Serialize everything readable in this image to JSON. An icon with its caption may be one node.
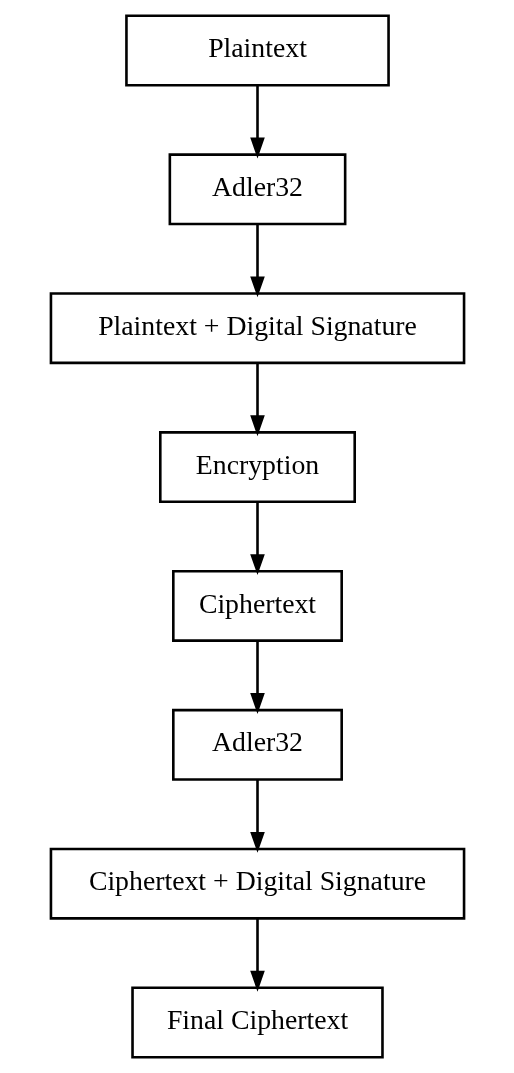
{
  "diagram": {
    "nodes": [
      {
        "text": [
          "Plaintext"
        ]
      },
      {
        "text": [
          "Adler32"
        ]
      },
      {
        "text": [
          "Plaintext + Digital Signature"
        ]
      },
      {
        "text": [
          "Encryption"
        ]
      },
      {
        "text": [
          "Ciphertext"
        ]
      },
      {
        "text": [
          "Adler32"
        ]
      },
      {
        "text": [
          "Ciphertext + Digital Signature"
        ]
      },
      {
        "text": [
          "Final Ciphertext"
        ]
      }
    ],
    "edges": [
      {
        "from": 0,
        "to": 1,
        "arrow": "to"
      },
      {
        "from": 1,
        "to": 2,
        "arrow": "to"
      },
      {
        "from": 2,
        "to": 3,
        "arrow": "to"
      },
      {
        "from": 3,
        "to": 4,
        "arrow": "to"
      },
      {
        "from": 4,
        "to": 5,
        "arrow": "to"
      },
      {
        "from": 5,
        "to": 6,
        "arrow": "to"
      },
      {
        "from": 6,
        "to": 7,
        "arrow": "to"
      }
    ]
  }
}
